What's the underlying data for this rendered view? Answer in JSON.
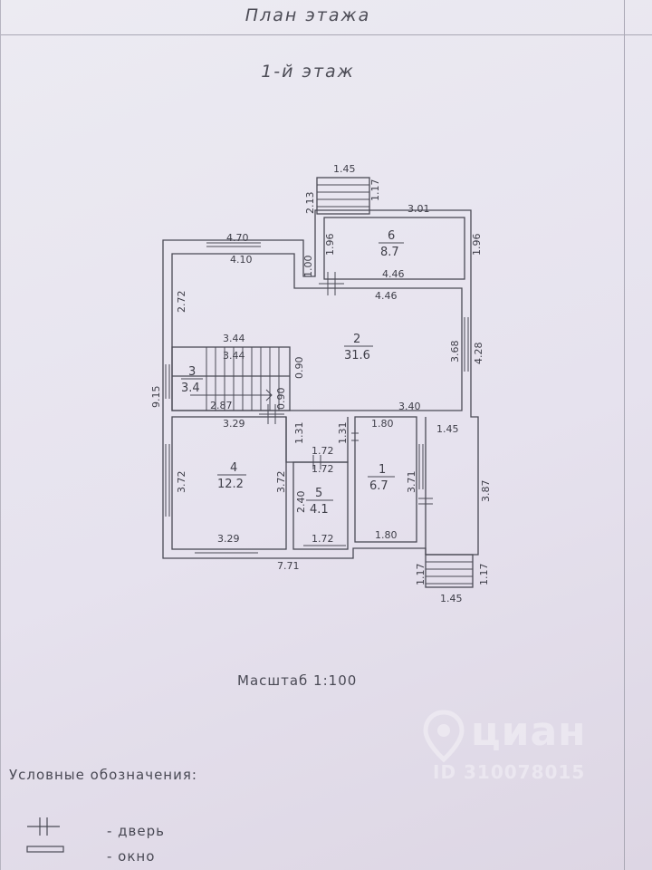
{
  "header": {
    "title": "План этажа",
    "floor": "1-й этаж"
  },
  "dimensions": {
    "porch_top_width": "1.45",
    "porch_top_left": "2.13",
    "porch_top_right": "1.17",
    "r6_top": "3.01",
    "r6_left": "1.96",
    "r6_right": "1.96",
    "r6_bottom": "4.46",
    "r2_top_inner": "4.46",
    "top_left_outer": "4.70",
    "top_left_inner": "4.10",
    "step_1_00": "1.00",
    "left_2_72": "2.72",
    "stair_top_outer": "3.44",
    "stair_top_inner": "3.44",
    "stair_090_a": "0.90",
    "stair_090_b": "0.90",
    "stair_bottom": "2.87",
    "left_total": "9.15",
    "r2_right_inner": "3.68",
    "r2_right_outer": "4.28",
    "r2_bottom": "3.40",
    "r4_top": "3.29",
    "r4_left": "3.72",
    "r4_right": "3.72",
    "r4_bottom": "3.29",
    "hall_1_31_a": "1.31",
    "hall_1_31_b": "1.31",
    "r5_top_outer": "1.72",
    "r5_top_inner": "1.72",
    "r5_left": "2.40",
    "r5_bottom": "1.72",
    "r1_top": "1.80",
    "r1_right": "3.71",
    "r1_bottom": "1.80",
    "porch_bottom_top": "1.45",
    "porch_bottom_right_total": "3.87",
    "bottom_total": "7.71",
    "porch_bottom_left": "1.17",
    "porch_bottom_right": "1.17",
    "porch_bottom_width": "1.45"
  },
  "rooms": [
    {
      "number": "1",
      "area": "6.7"
    },
    {
      "number": "2",
      "area": "31.6"
    },
    {
      "number": "3",
      "area": "3.4"
    },
    {
      "number": "4",
      "area": "12.2"
    },
    {
      "number": "5",
      "area": "4.1"
    },
    {
      "number": "6",
      "area": "8.7"
    }
  ],
  "scale_label": "Масштаб 1:100",
  "legend": {
    "title": "Условные обозначения:",
    "door_label": "- дверь",
    "window_label": "- окно"
  },
  "watermark": {
    "brand": "циан",
    "id": "ID 310078015"
  }
}
